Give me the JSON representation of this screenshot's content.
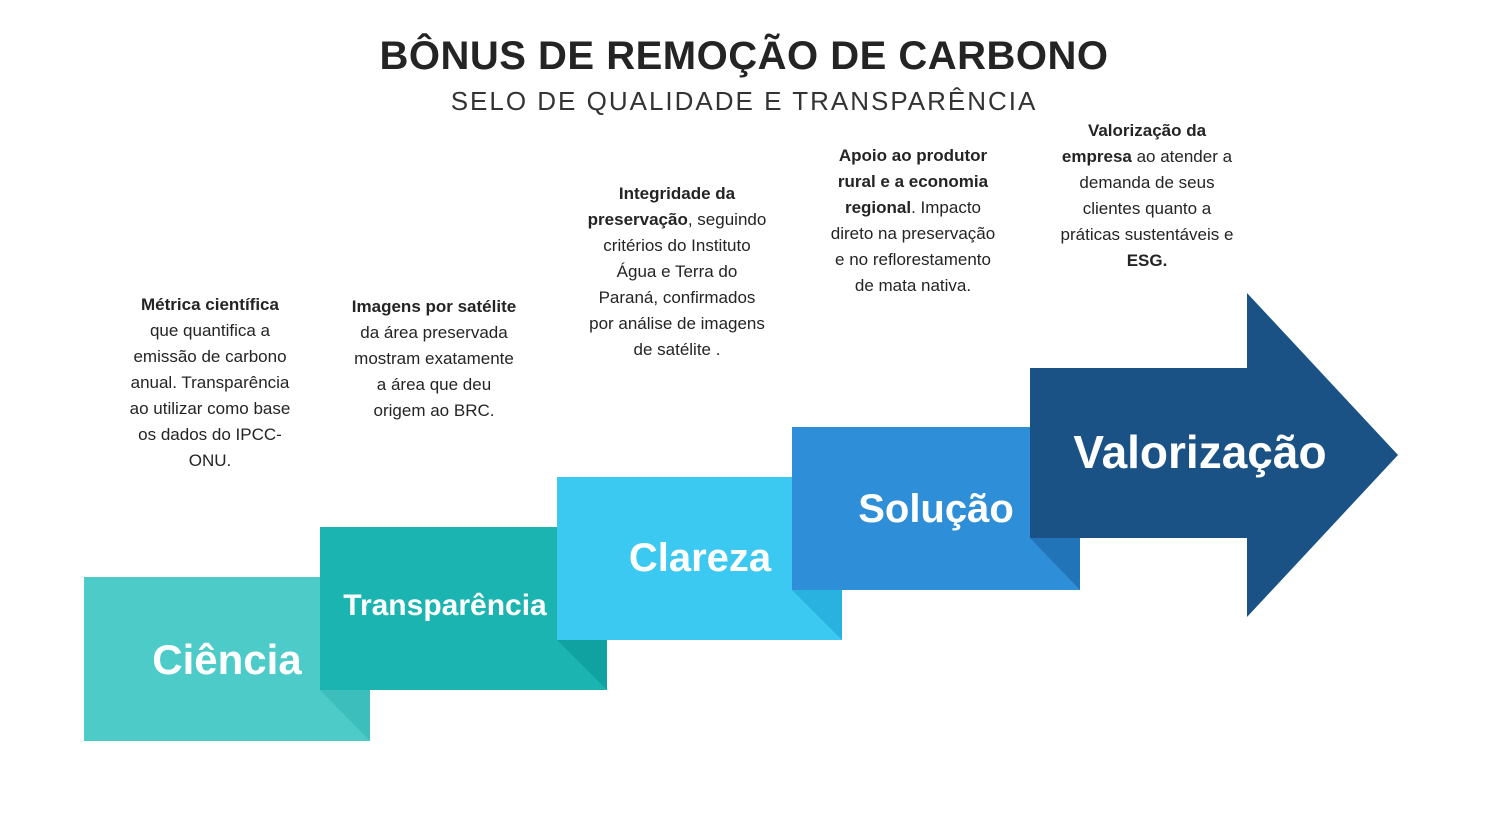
{
  "title": "BÔNUS DE REMOÇÃO DE CARBONO",
  "subtitle": "SELO DE QUALIDADE E TRANSPARÊNCIA",
  "text_color": "#242424",
  "steps": [
    {
      "label": "Ciência",
      "color": "#4DCBC8",
      "fold_color": "#3CBFBC",
      "desc_bold": "Métrica científica",
      "desc_rest": " que quantifica a emissão de carbono anual. Transparência ao utilizar como base os dados do IPCC-ONU."
    },
    {
      "label": "Transparência",
      "color": "#1BB4B1",
      "fold_color": "#10A2A0",
      "desc_bold": "Imagens por satélite",
      "desc_rest": " da área preservada mostram exatamente a área que deu origem ao BRC."
    },
    {
      "label": "Clareza",
      "color": "#3BC8F1",
      "fold_color": "#29B2E0",
      "desc_bold": "Integridade da preservação",
      "desc_rest": ", seguindo critérios do Instituto Água e Terra do Paraná, confirmados por análise de imagens de satélite ."
    },
    {
      "label": "Solução",
      "color": "#2E8FD8",
      "fold_color": "#2274B8",
      "desc_bold": "Apoio ao produtor rural e a economia regional",
      "desc_rest": ". Impacto direto na preservação e no reflorestamento de mata nativa."
    },
    {
      "label": "Valorização",
      "color": "#1A5285",
      "desc_bold": "Valorização da empresa",
      "desc_rest": " ao atender a demanda de seus clientes quanto a práticas sustentáveis e ",
      "desc_bold_tail": "ESG."
    }
  ]
}
